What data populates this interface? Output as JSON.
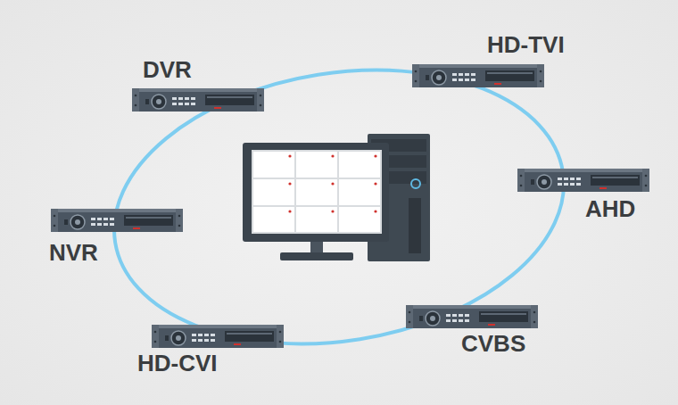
{
  "diagram": {
    "nodes": [
      {
        "text": [
          "HD-TVI"
        ]
      },
      {
        "text": [
          "DVR"
        ]
      },
      {
        "text": [
          "AHD"
        ]
      },
      {
        "text": [
          "NVR"
        ]
      },
      {
        "text": [
          "CVBS"
        ]
      },
      {
        "text": [
          "HD-CVI"
        ]
      }
    ]
  }
}
